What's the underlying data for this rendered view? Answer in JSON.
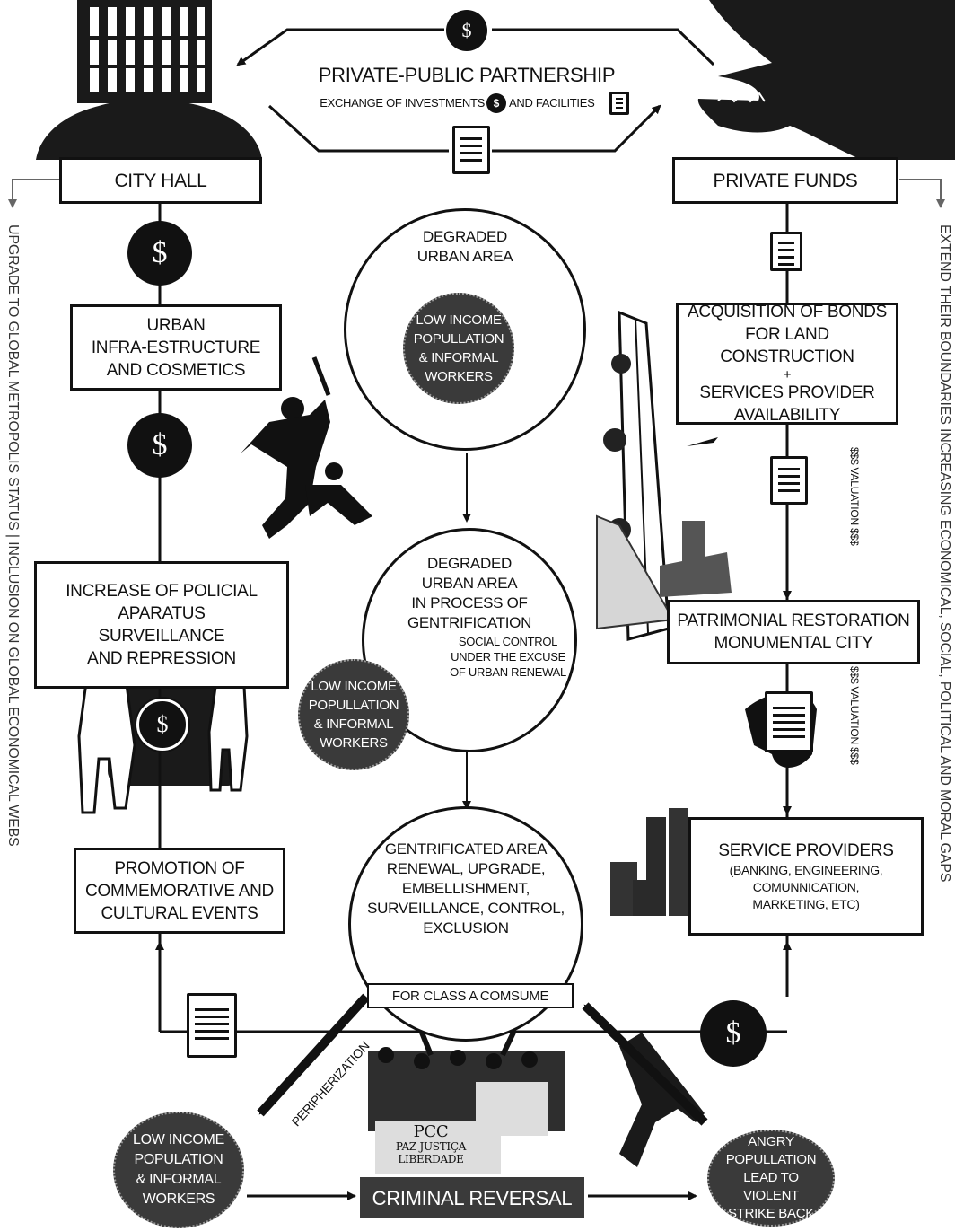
{
  "partnership": {
    "title": "PRIVATE-PUBLIC PARTNERSHIP",
    "subtitle_left": "EXCHANGE OF INVESTMENTS",
    "subtitle_right": "AND FACILITIES"
  },
  "currency_symbol": "$",
  "left_column": {
    "city_hall": "CITY HALL",
    "urban": [
      "URBAN",
      "INFRA-ESTRUCTURE",
      "AND COSMETICS"
    ],
    "policial": [
      "INCREASE OF POLICIAL",
      "APARATUS",
      "SURVEILLANCE",
      "AND REPRESSION"
    ],
    "promotion": [
      "PROMOTION OF",
      "COMMEMORATIVE AND",
      "CULTURAL EVENTS"
    ],
    "side_text": "UPGRADE TO GLOBAL METROPOLIS STATUS  |  INCLUSION ON  GLOBAL ECONOMICAL WEBS"
  },
  "right_column": {
    "private_funds": "PRIVATE FUNDS",
    "acquisition": [
      "ACQUISITION OF BONDS",
      "FOR LAND CONSTRUCTION",
      "+",
      "SERVICES PROVIDER",
      "AVAILABILITY"
    ],
    "patrimonial": [
      "PATRIMONIAL RESTORATION",
      "MONUMENTAL CITY"
    ],
    "service_title": "SERVICE PROVIDERS",
    "service_sub": [
      "(BANKING, ENGINEERING,",
      "COMUNNICATION,",
      "MARKETING, ETC)"
    ],
    "valuation": "$$$ VALUATION $$$",
    "side_text": "EXTEND THEIR BOUNDARIES  INCREASING ECONOMICAL, SOCIAL, POLITICAL AND MORAL GAPS"
  },
  "center": {
    "degraded": [
      "DEGRADED",
      "URBAN AREA"
    ],
    "low_income": [
      "LOW INCOME",
      "POPULLATION",
      "& INFORMAL",
      "WORKERS"
    ],
    "gentrification": [
      "DEGRADED",
      "URBAN AREA",
      "IN PROCESS OF",
      "GENTRIFICATION"
    ],
    "social_control": [
      "SOCIAL CONTROL",
      "UNDER THE EXCUSE",
      "OF URBAN RENEWAL"
    ],
    "gentrificated": [
      "GENTRIFICATED AREA",
      "RENEWAL, UPGRADE,",
      "EMBELLISHMENT,",
      "SURVEILLANCE, CONTROL,",
      "EXCLUSION"
    ],
    "for_class": "FOR CLASS A COMSUME"
  },
  "bottom": {
    "peripherization": "PERIPHERIZATION",
    "low_income": [
      "LOW INCOME",
      "POPULATION",
      "& INFORMAL",
      "WORKERS"
    ],
    "criminal_reversal": "CRIMINAL REVERSAL",
    "angry": [
      "ANGRY",
      "POPULLATION",
      "LEAD TO",
      "VIOLENT",
      "STRIKE BACK"
    ],
    "banner": [
      "PCC",
      "PAZ JUSTIÇA",
      "LIBERDADE"
    ]
  }
}
